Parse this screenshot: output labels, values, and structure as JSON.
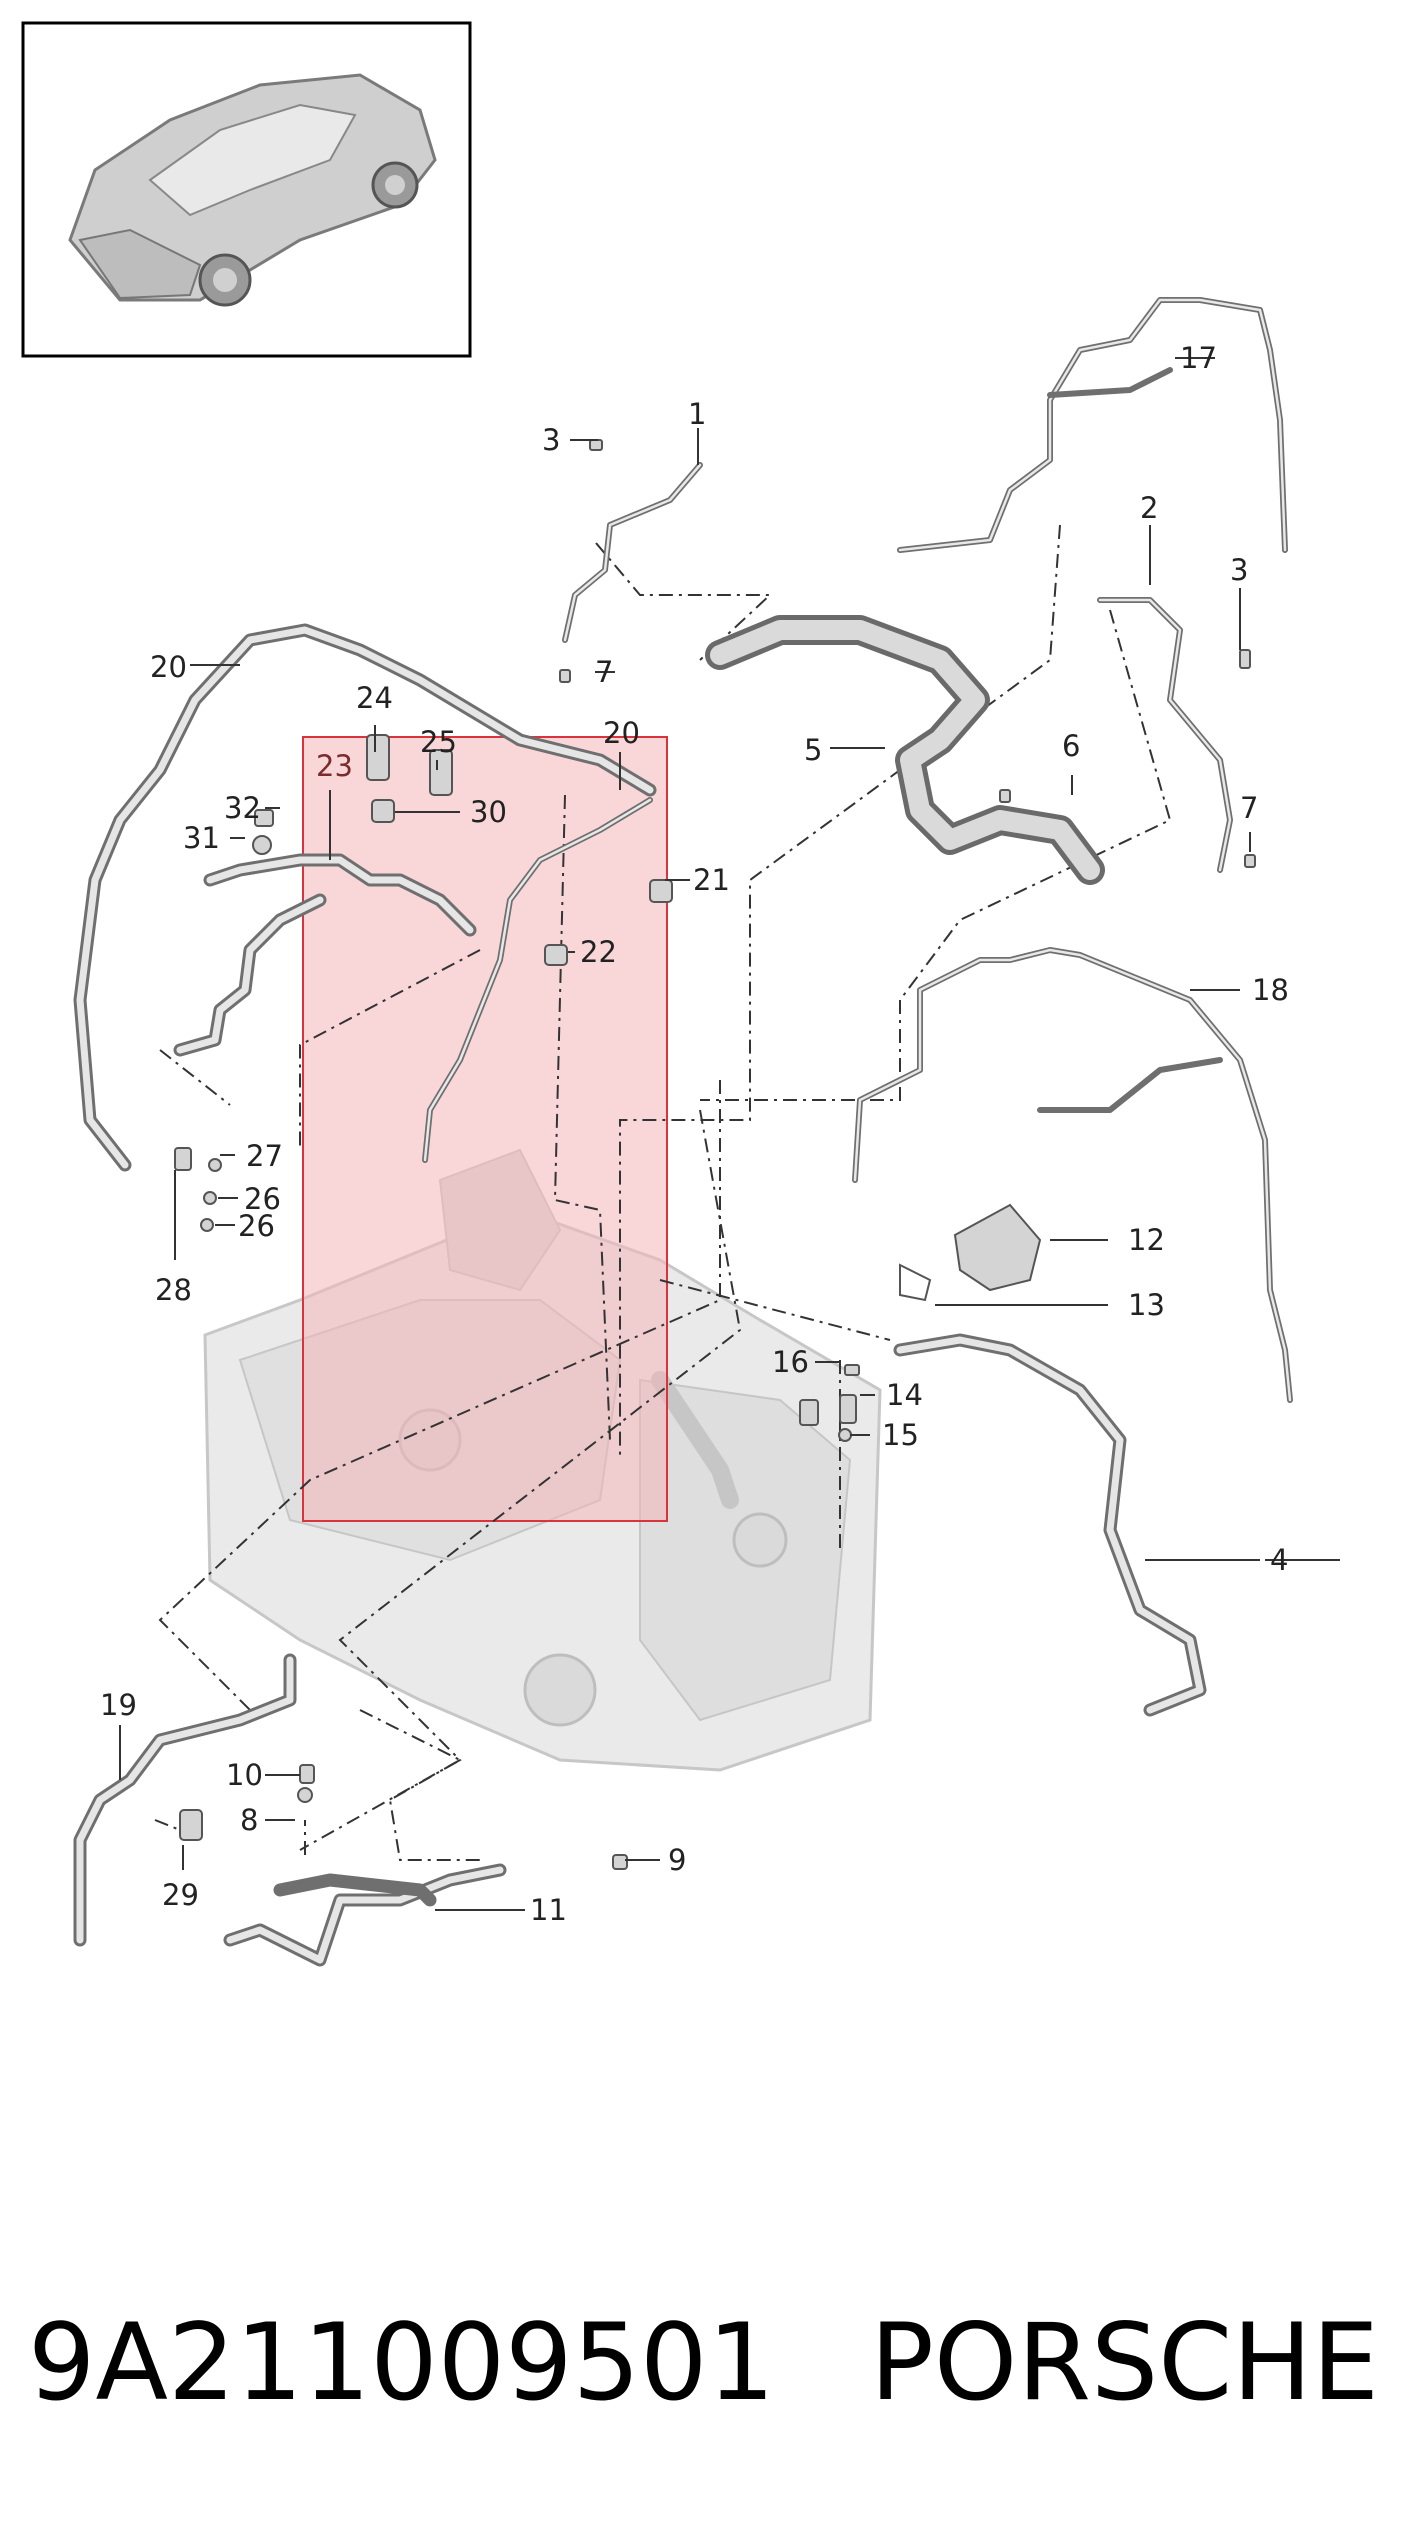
{
  "footer": {
    "part_number": "9A211009501",
    "brand": "PORSCHE"
  },
  "callouts": {
    "c1": "1",
    "c2": "2",
    "c3a": "3",
    "c3b": "3",
    "c4": "4",
    "c5": "5",
    "c6": "6",
    "c7a": "7",
    "c7b": "7",
    "c8": "8",
    "c9": "9",
    "c10": "10",
    "c11": "11",
    "c12": "12",
    "c13": "13",
    "c14": "14",
    "c15": "15",
    "c16": "16",
    "c17": "17",
    "c18": "18",
    "c19": "19",
    "c20a": "20",
    "c20b": "20",
    "c21": "21",
    "c22": "22",
    "c23": "23",
    "c24": "24",
    "c25": "25",
    "c26a": "26",
    "c26b": "26",
    "c27": "27",
    "c28": "28",
    "c29": "29",
    "c30": "30",
    "c31": "31",
    "c32": "32"
  },
  "highlight_color": "#f4b6ba",
  "highlight_border": "#d9333b"
}
